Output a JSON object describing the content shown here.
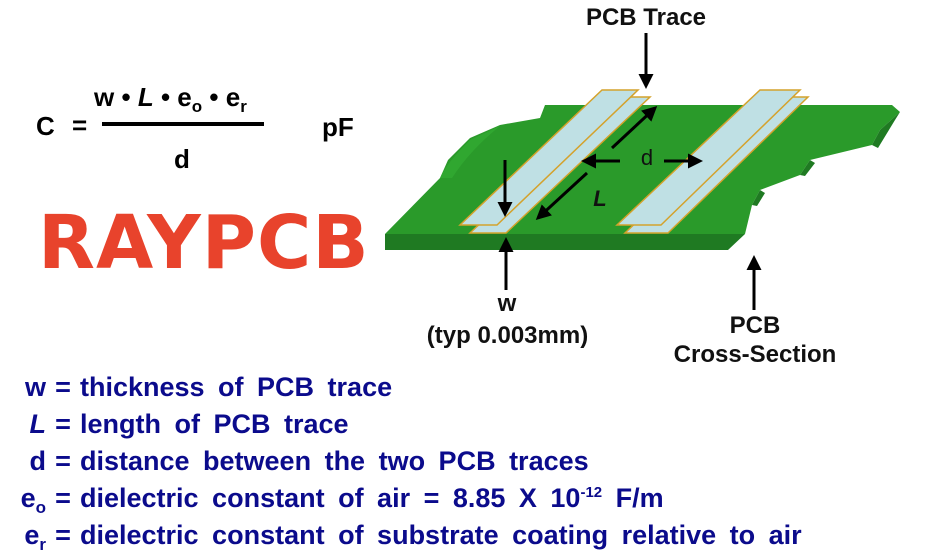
{
  "formula": {
    "lhs": "C",
    "equals": "=",
    "numerator": {
      "w": "w",
      "dot": "•",
      "L": "L",
      "e": "e",
      "o_sub": "o",
      "r_sub": "r"
    },
    "denominator": "d",
    "unit": "pF"
  },
  "brand": "RAYPCB",
  "diagram": {
    "labels": {
      "pcb_trace": "PCB Trace",
      "d": "d",
      "L": "L",
      "w": "w",
      "w_typ": "(typ 0.003mm)",
      "cross_section_1": "PCB",
      "cross_section_2": "Cross-Section"
    },
    "colors": {
      "board_top": "#2a9a2a",
      "board_front": "#1f7a22",
      "board_edge_light": "#35b035",
      "trace_fill": "#bfe0e4",
      "trace_outline": "#d4a22c",
      "arrow": "#000000"
    }
  },
  "legend": [
    {
      "symbol": "w",
      "sub": "",
      "italic": false,
      "equals": "=",
      "text": "thickness of PCB trace"
    },
    {
      "symbol": "L",
      "sub": "",
      "italic": true,
      "equals": "=",
      "text": "length of PCB trace"
    },
    {
      "symbol": "d",
      "sub": "",
      "italic": false,
      "equals": "=",
      "text": "distance between the two PCB traces"
    },
    {
      "symbol": "e",
      "sub": "o",
      "italic": false,
      "equals": "=",
      "text": "dielectric constant of air = 8.85 X 10",
      "sup": "-12",
      "tail": " F/m"
    },
    {
      "symbol": "e",
      "sub": "r",
      "italic": false,
      "equals": "=",
      "text": "dielectric constant of substrate coating relative to air"
    }
  ],
  "colors": {
    "brand": "#e8432c",
    "legend_text": "#0b0b8c",
    "formula_text": "#000000"
  }
}
